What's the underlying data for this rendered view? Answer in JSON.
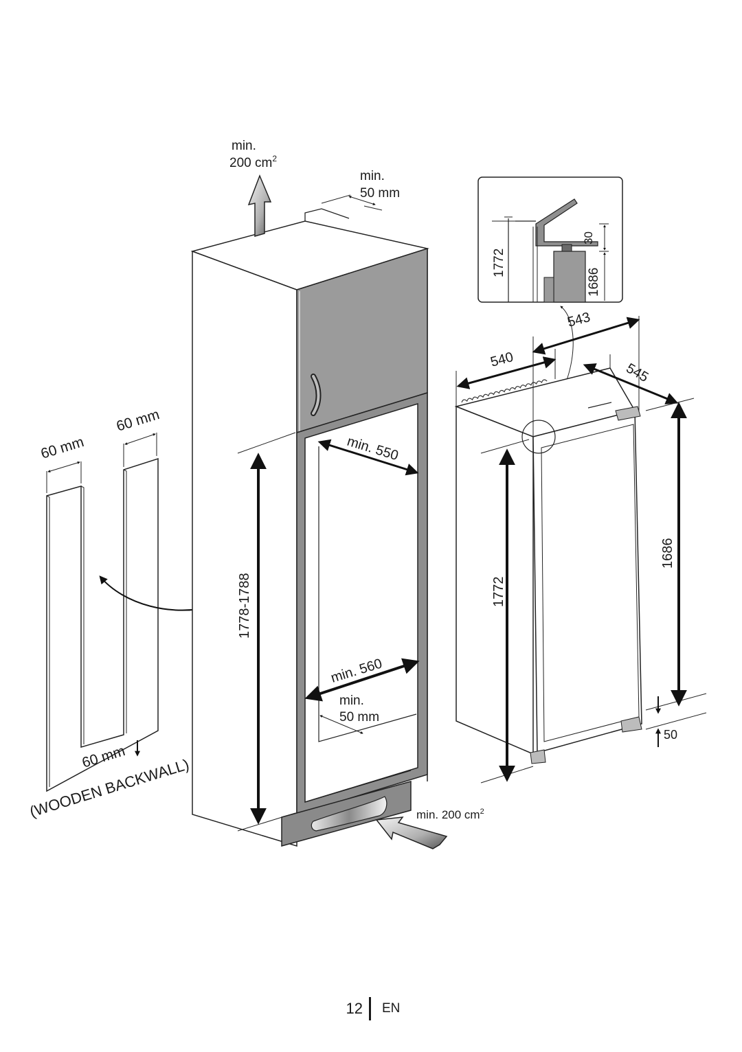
{
  "diagram": {
    "top_vent": {
      "line1": "min.",
      "line2": "200 cm",
      "sup": "2"
    },
    "top_gap": {
      "line1": "min.",
      "line2": "50 mm"
    },
    "side_60_left": "60 mm",
    "side_60_right": "60 mm",
    "bottom_60": "60 mm",
    "backwall_label": "(WOODEN BACKWALL)",
    "niche_height": "1778-1788",
    "min_depth": "min. 550",
    "min_width": "min. 560",
    "bottom_gap": {
      "line1": "min.",
      "line2": "50 mm"
    },
    "bottom_vent": {
      "text": "min. 200 cm",
      "sup": "2"
    },
    "inset": {
      "h_total": "1772",
      "h_body": "1686",
      "gap": "30"
    },
    "appliance": {
      "width_540": "540",
      "width_543": "543",
      "depth_545": "545",
      "height_1772": "1772",
      "height_1686": "1686",
      "bottom_50": "50"
    }
  },
  "footer": {
    "page_number": "12",
    "language": "EN"
  }
}
